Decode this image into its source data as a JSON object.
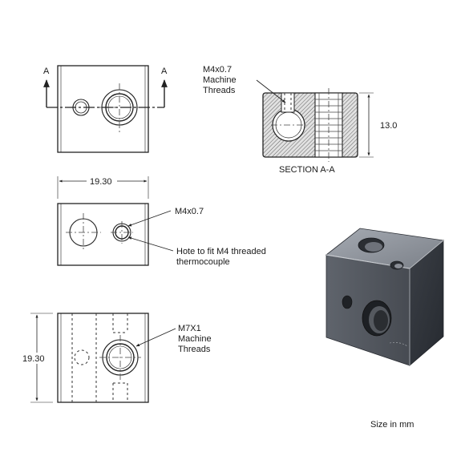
{
  "views": {
    "top": {
      "section_marker_left": "A",
      "section_marker_right": "A"
    },
    "section": {
      "thread_label_line1": "M4x0.7",
      "thread_label_line2": "Machine",
      "thread_label_line3": "Threads",
      "height_dim": "13.0",
      "caption": "SECTION A-A"
    },
    "front": {
      "width_dim": "19.30",
      "hole_label": "M4x0.7",
      "note_line1": "Hote to fit M4 threaded",
      "note_line2": "thermocouple"
    },
    "side": {
      "height_dim": "19.30",
      "thread_label_line1": "M7X1",
      "thread_label_line2": "Machine",
      "thread_label_line3": "Threads"
    }
  },
  "footer": {
    "units_note": "Size in mm"
  },
  "colors": {
    "line": "#222222",
    "hatch_fill": "#d7d7d7",
    "block_dark": "#3d4148",
    "block_light": "#8b9098",
    "block_mid": "#5c6169"
  }
}
